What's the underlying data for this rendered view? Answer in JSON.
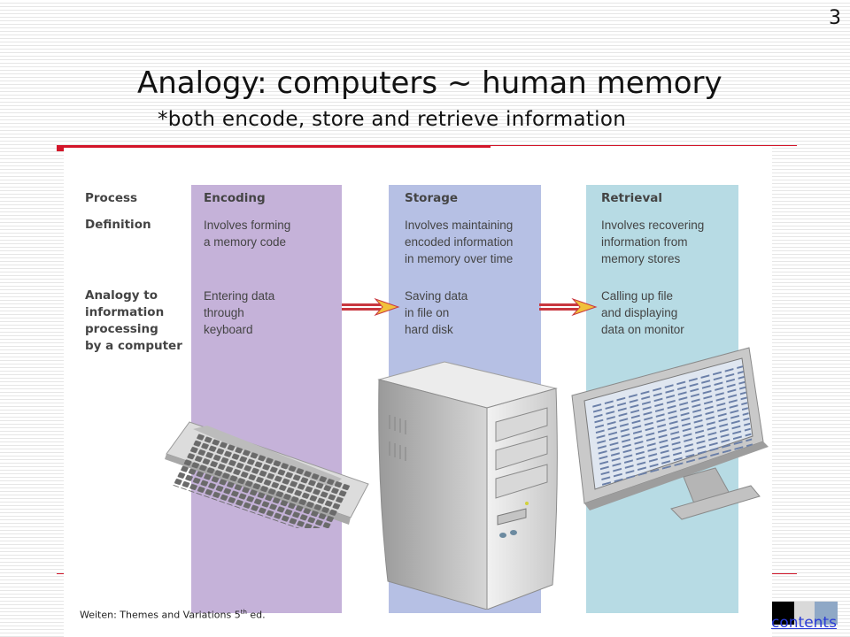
{
  "slide": {
    "number": "3",
    "title": "Analogy: computers ~ human memory",
    "subtitle": "*both encode, store and retrieve information",
    "contents_link": "contents"
  },
  "figure": {
    "row_labels": {
      "process": "Process",
      "definition": "Definition",
      "analogy": "Analogy to\ninformation\nprocessing\nby a computer"
    },
    "stages": [
      {
        "name": "Encoding",
        "definition": "Involves forming\na memory code",
        "analogy": "Entering data\nthrough\nkeyboard",
        "color": "#c5b2d9"
      },
      {
        "name": "Storage",
        "definition": "Involves maintaining\nencoded information\nin memory over time",
        "analogy": "Saving data\nin file on\nhard disk",
        "color": "#b6c0e4"
      },
      {
        "name": "Retrieval",
        "definition": "Involves recovering\ninformation from\nmemory stores",
        "analogy": "Calling up file\nand displaying\ndata on monitor",
        "color": "#b7dbe4"
      }
    ],
    "credit_prefix": "Weiten: Themes and Variations 5",
    "credit_sup": "th",
    "credit_suffix": " ed.",
    "arrow_color": "#c8373f",
    "arrow_head_color": "#f1c13a",
    "accent_red": "#d3162a"
  }
}
